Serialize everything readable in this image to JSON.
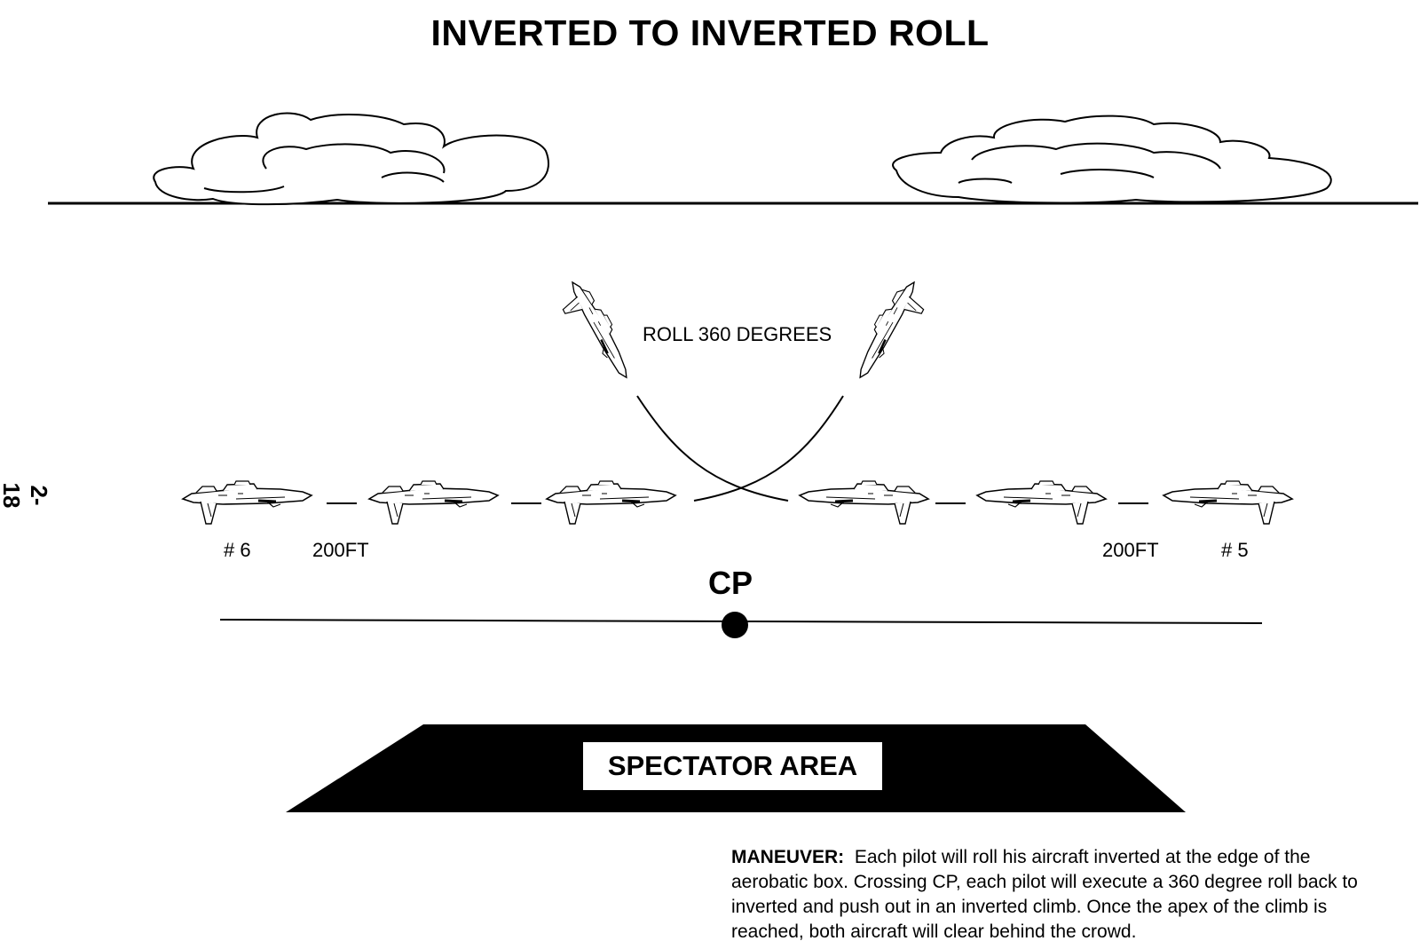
{
  "title": "INVERTED TO INVERTED ROLL",
  "page_number": "2-18",
  "roll_label": "ROLL 360 DEGREES",
  "cp_label": "CP",
  "aircraft_labels": {
    "left_number": "# 6",
    "left_distance": "200FT",
    "right_distance": "200FT",
    "right_number": "# 5"
  },
  "spectator_label": "SPECTATOR AREA",
  "description": {
    "heading": "MANEUVER:",
    "text": "Each pilot will roll his aircraft inverted at the edge of the aerobatic box. Crossing CP, each pilot will execute a 360 degree roll back to inverted and push out in an inverted climb.  Once the apex of the climb is reached, both aircraft will clear behind the crowd."
  }
}
